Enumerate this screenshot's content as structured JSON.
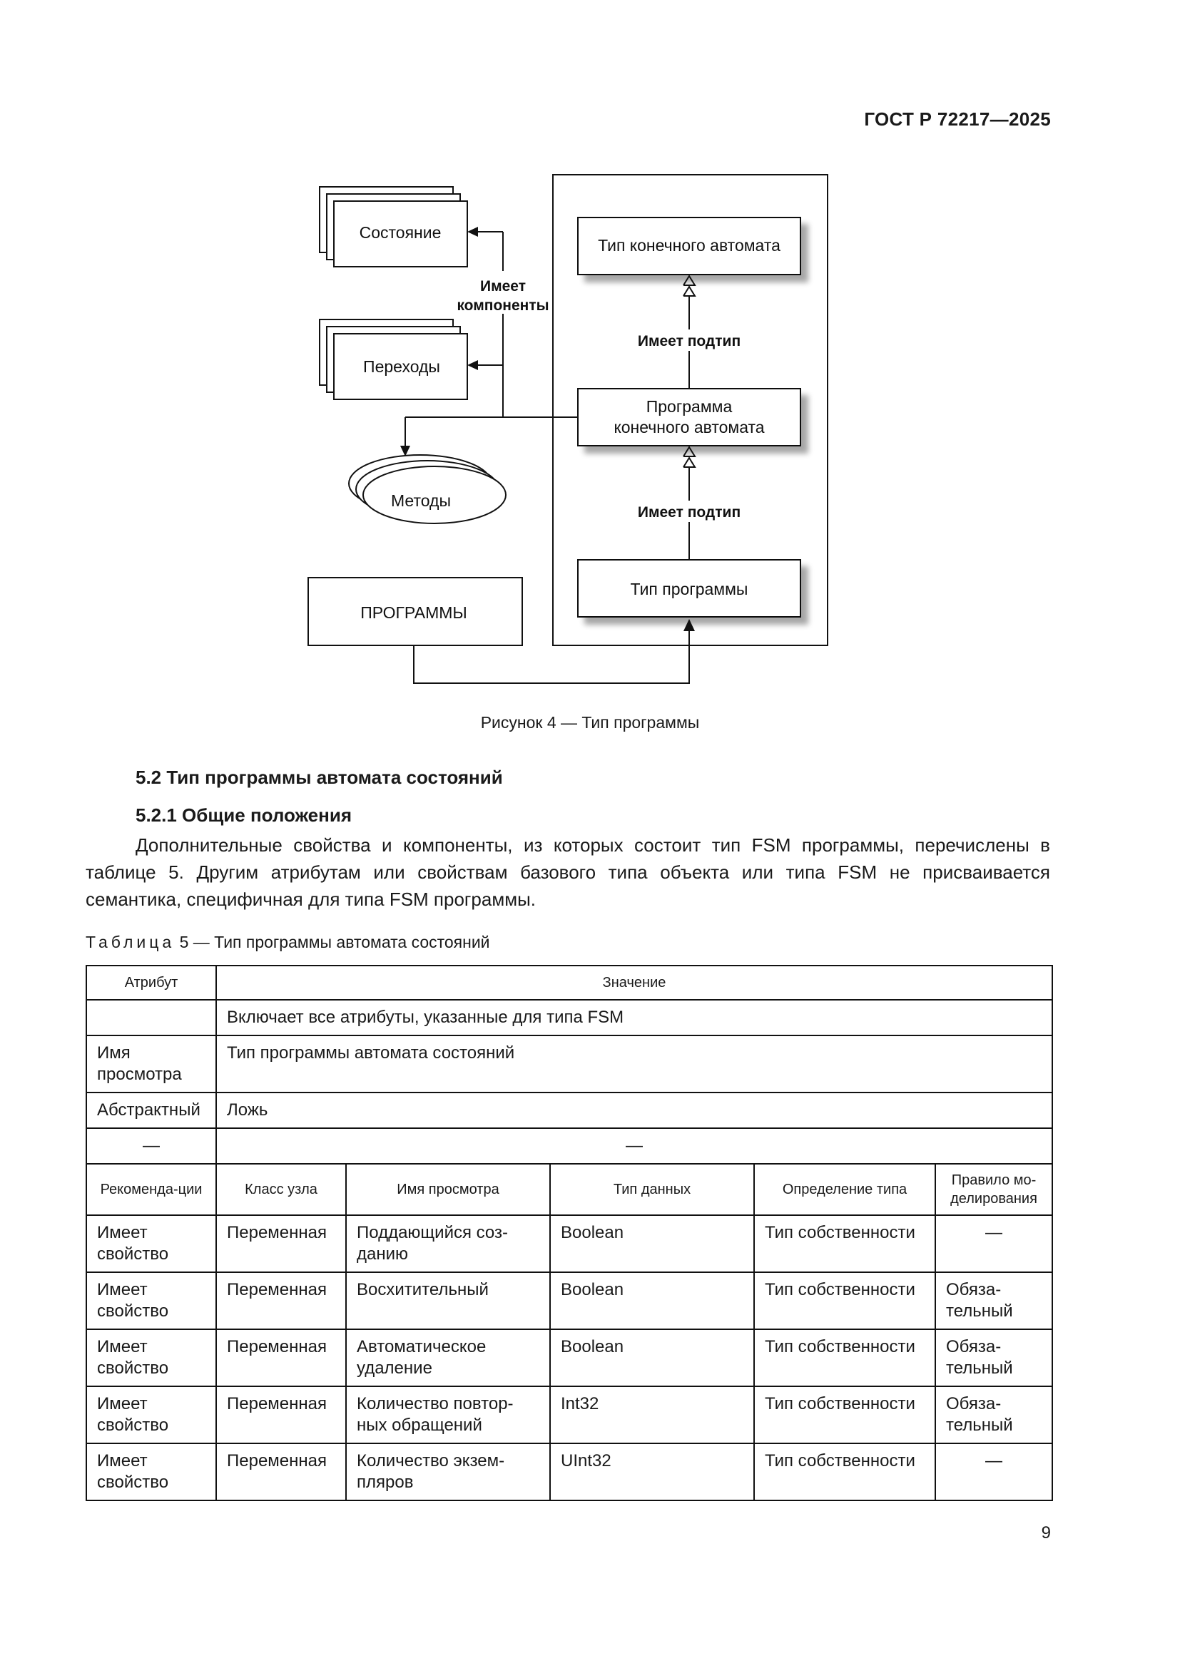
{
  "header": {
    "standard": "ГОСТ Р 72217—2025"
  },
  "figure": {
    "nodes": {
      "state": "Состояние",
      "transitions": "Переходы",
      "methods": "Методы",
      "programs": "ПРОГРАММЫ",
      "fsm_type": "Тип конечного автомата",
      "fsm_program_line1": "Программа",
      "fsm_program_line2": "конечного автомата",
      "program_type": "Тип программы"
    },
    "labels": {
      "has_components_line1": "Имеет",
      "has_components_line2": "компоненты",
      "has_subtype_1": "Имеет подтип",
      "has_subtype_2": "Имеет подтип"
    },
    "caption": "Рисунок 4 — Тип программы"
  },
  "section": {
    "heading": "5.2 Тип программы автомата состояний",
    "subheading": "5.2.1 Общие положения",
    "paragraph": "Дополнительные свойства и компоненты, из которых состоит тип FSM программы, перечислены в таблице 5. Другим атрибутам или свойствам базового типа объекта или типа FSM не присваивается семантика, специфичная для типа FSM программы."
  },
  "table": {
    "caption_prefix": "Таблица",
    "caption_rest": " 5 — Тип программы автомата состояний",
    "header": {
      "attribute": "Атрибут",
      "value": "Значение"
    },
    "attr_rows": [
      {
        "attribute": "",
        "value": "Включает все атрибуты, указанные для типа FSM"
      },
      {
        "attribute": "Имя просмотра",
        "value": "Тип программы автомата состояний"
      },
      {
        "attribute": "Абстрактный",
        "value": "Ложь"
      },
      {
        "attribute": "—",
        "value": "—"
      }
    ],
    "ref_header": {
      "references": "Рекоменда-ции",
      "node_class": "Класс узла",
      "browse_name": "Имя просмотра",
      "data_type": "Тип данных",
      "type_definition": "Определение типа",
      "modelling_rule": "Правило мо-делирования"
    },
    "ref_rows": [
      {
        "references": "Имеет свойство",
        "node_class": "Переменная",
        "browse_name": "Поддающийся соз-данию",
        "data_type": "Boolean",
        "type_definition": "Тип собственности",
        "modelling_rule": "—"
      },
      {
        "references": "Имеет свойство",
        "node_class": "Переменная",
        "browse_name": "Восхитительный",
        "data_type": "Boolean",
        "type_definition": "Тип собственности",
        "modelling_rule": "Обяза-тельный"
      },
      {
        "references": "Имеет свойство",
        "node_class": "Переменная",
        "browse_name": "Автоматическое удаление",
        "data_type": "Boolean",
        "type_definition": "Тип собственности",
        "modelling_rule": "Обяза-тельный"
      },
      {
        "references": "Имеет свойство",
        "node_class": "Переменная",
        "browse_name": "Количество повтор-ных обращений",
        "data_type": "Int32",
        "type_definition": "Тип собственности",
        "modelling_rule": "Обяза-тельный"
      },
      {
        "references": "Имеет свойство",
        "node_class": "Переменная",
        "browse_name": "Количество экзем-пляров",
        "data_type": "UInt32",
        "type_definition": "Тип собственности",
        "modelling_rule": "—"
      }
    ]
  },
  "footer": {
    "page_number": "9"
  }
}
